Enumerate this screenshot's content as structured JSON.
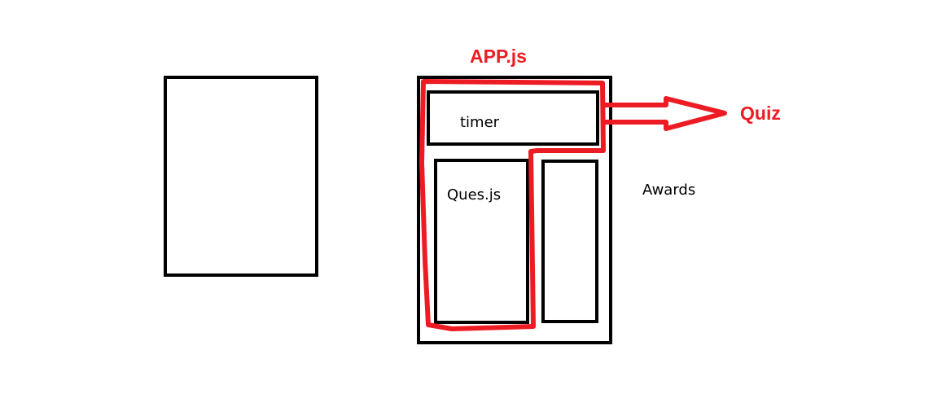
{
  "colors": {
    "outline": "#000000",
    "annotation": "#ed1c24",
    "background": "#ffffff"
  },
  "labels": {
    "app": "APP.js",
    "timer": "timer",
    "ques": "Ques.js",
    "awards": "Awards",
    "quiz": "Quiz"
  }
}
